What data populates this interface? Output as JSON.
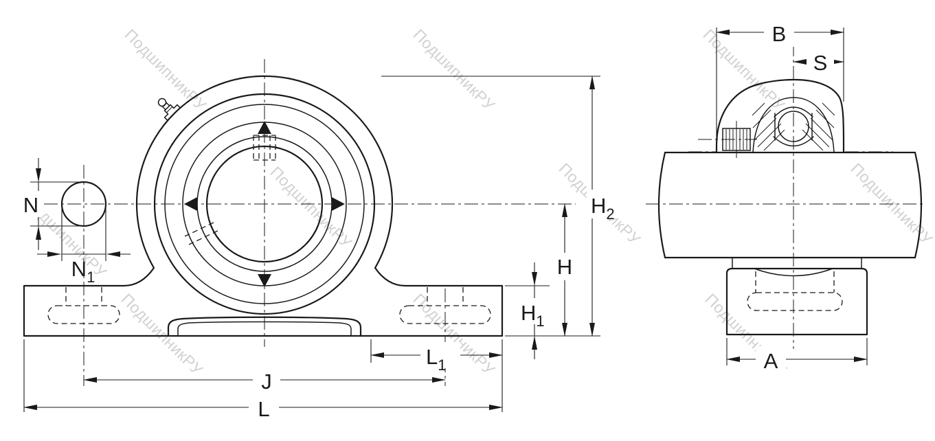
{
  "watermark": "ПодшипникРУ",
  "views": {
    "front": {
      "name": "pillow-block-front-view",
      "labels": {
        "N": {
          "base": "N",
          "sub": ""
        },
        "N1": {
          "base": "N",
          "sub": "1"
        },
        "H2": {
          "base": "H",
          "sub": "2"
        },
        "H": {
          "base": "H",
          "sub": ""
        },
        "H1": {
          "base": "H",
          "sub": "1"
        },
        "L1": {
          "base": "L",
          "sub": "1"
        },
        "J": {
          "base": "J",
          "sub": ""
        },
        "L": {
          "base": "L",
          "sub": ""
        }
      }
    },
    "side": {
      "name": "pillow-block-side-view",
      "labels": {
        "B": {
          "base": "B",
          "sub": ""
        },
        "S": {
          "base": "S",
          "sub": ""
        },
        "A": {
          "base": "A",
          "sub": ""
        }
      }
    }
  },
  "colors": {
    "line": "#1a1a1a",
    "watermark": "#c9c9c9",
    "background": "#ffffff"
  }
}
